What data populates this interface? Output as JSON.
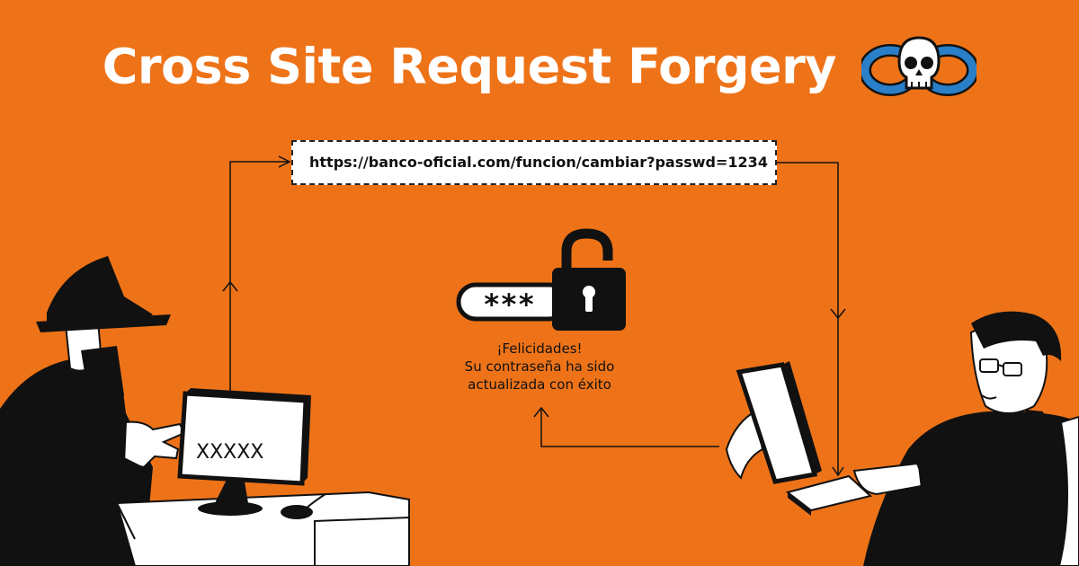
{
  "title": "Cross Site Request Forgery",
  "url": "https://banco-oficial.com/funcion/cambiar?passwd=1234",
  "password_mask": "***",
  "monitor_text": "XXXXX",
  "message": {
    "line1": "¡Felicidades!",
    "line2": "Su contraseña ha sido",
    "line3": "actualizada con éxito"
  },
  "icons": [
    "skull-logo-icon",
    "open-padlock-icon",
    "password-field-icon"
  ],
  "colors": {
    "background": "#EE7318",
    "ink": "#111111",
    "logo_blue": "#2A7FC9"
  }
}
